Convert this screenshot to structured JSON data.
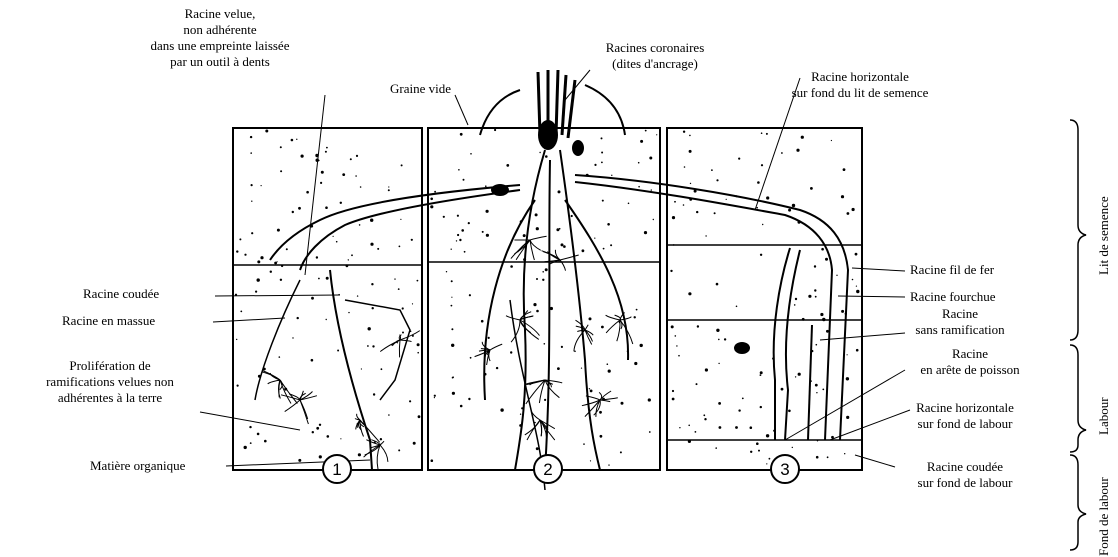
{
  "labels": {
    "racine_velue": [
      "Racine velue,",
      "non adhérente",
      "dans une empreinte laissée",
      "par un outil à dents"
    ],
    "graine_vide": "Graine vide",
    "racines_coronaires": [
      "Racines coronaires",
      "(dites d'ancrage)"
    ],
    "racine_horizontale_lit": [
      "Racine horizontale",
      "sur fond du lit de semence"
    ],
    "racine_coudee": "Racine coudée",
    "racine_massue": "Racine en massue",
    "proliferation": [
      "Prolifération de",
      "ramifications velues non",
      "adhérentes à la terre"
    ],
    "matiere_organique": "Matière organique",
    "racine_fil_fer": "Racine fil de fer",
    "racine_fourchue": "Racine fourchue",
    "racine_sans_ramif": [
      "Racine",
      "sans ramification"
    ],
    "racine_arete": [
      "Racine",
      "en arête de poisson"
    ],
    "racine_horiz_labour": [
      "Racine horizontale",
      "sur fond de labour"
    ],
    "racine_coudee_labour": [
      "Racine coudée",
      "sur fond de labour"
    ]
  },
  "panels": [
    "1",
    "2",
    "3"
  ],
  "zones": {
    "lit_de_semence": "Lit de semence",
    "labour": "Labour",
    "fond_de_labour": "Fond de labour"
  }
}
